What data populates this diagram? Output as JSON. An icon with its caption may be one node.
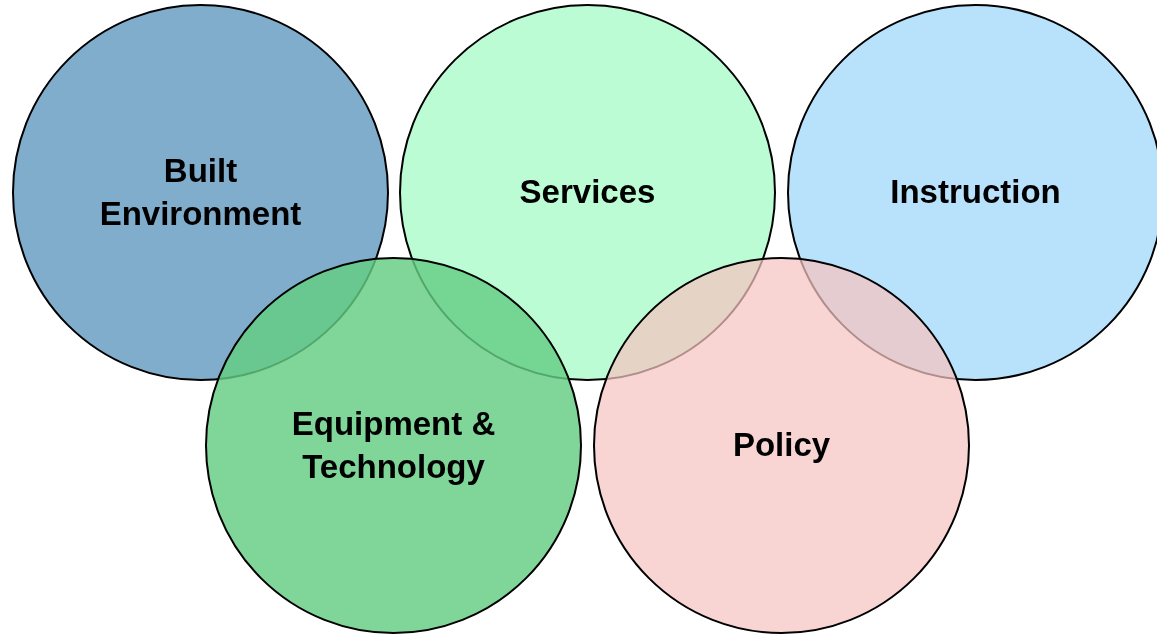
{
  "diagram": {
    "nodes": [
      {
        "text": [
          "Built Environment"
        ]
      },
      {
        "text": [
          "Services"
        ]
      },
      {
        "text": [
          "Instruction"
        ]
      },
      {
        "text": [
          "Equipment & Technology"
        ]
      },
      {
        "text": [
          "Policy"
        ]
      }
    ]
  }
}
